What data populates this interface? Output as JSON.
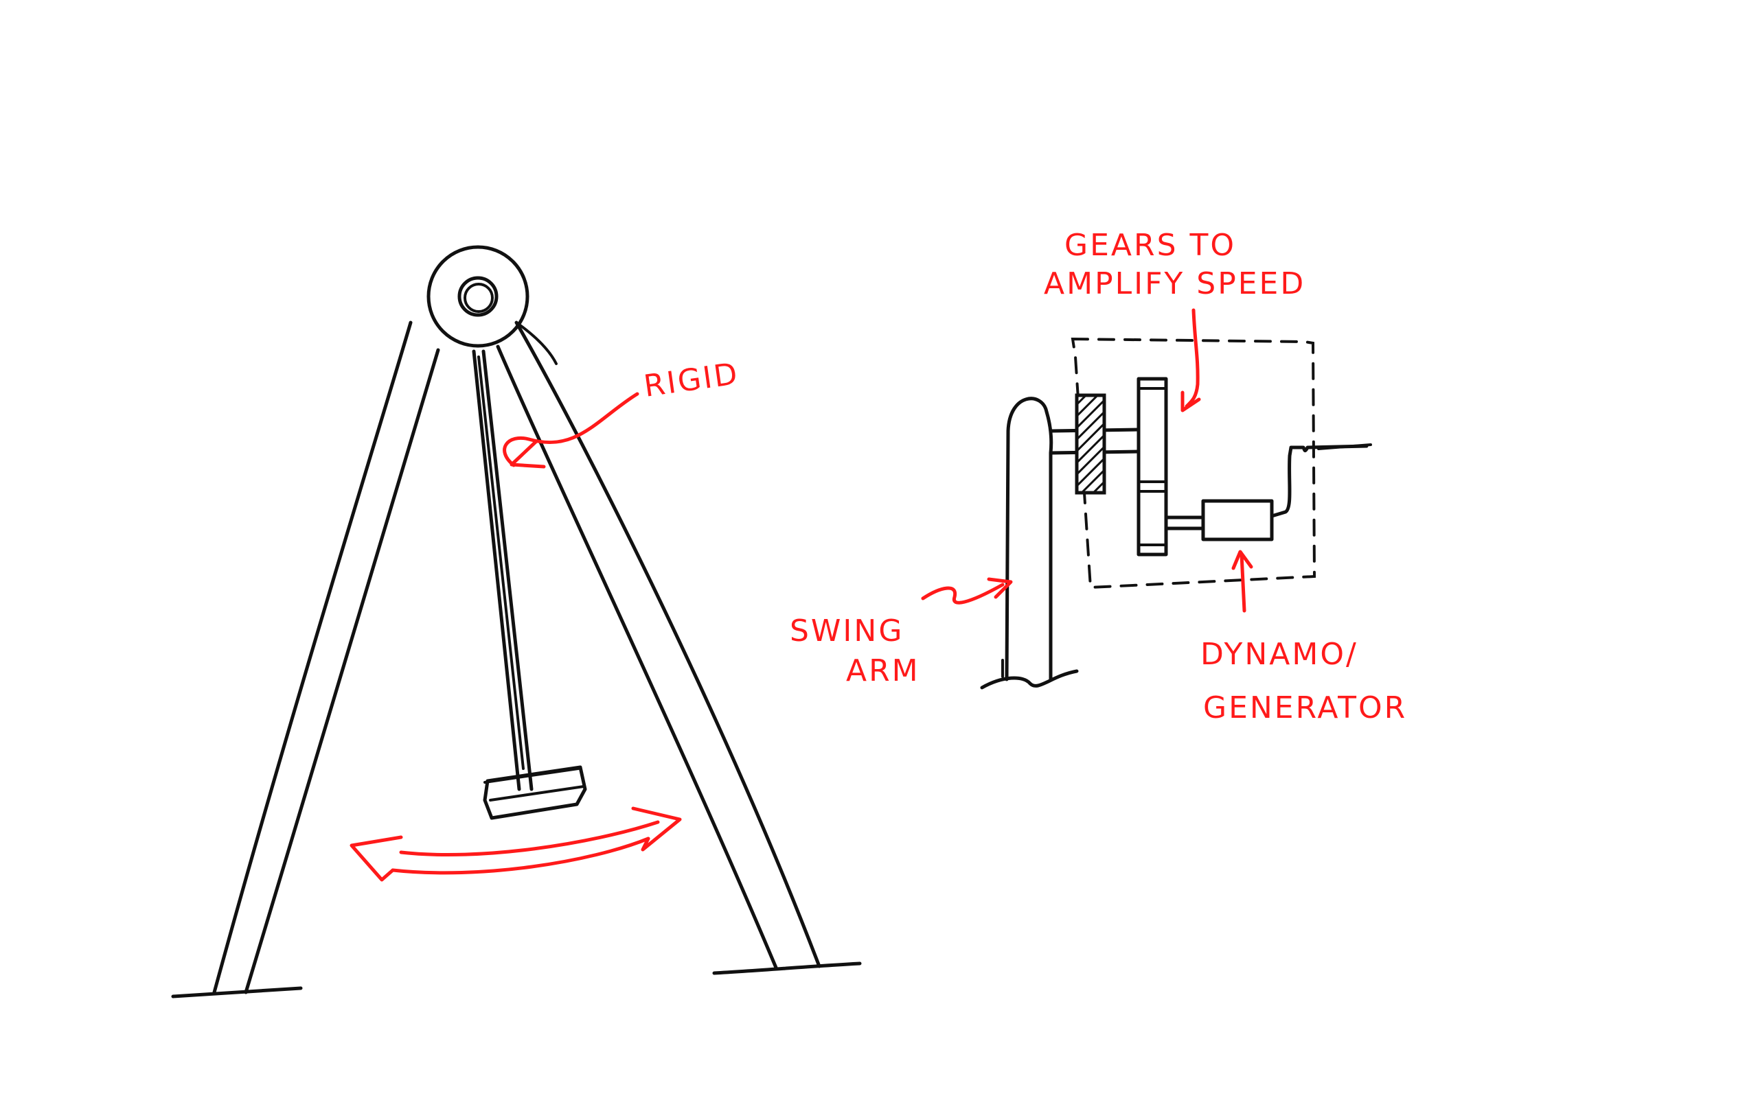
{
  "labels": {
    "rigid": "RIGID",
    "gears_line1": "GEARS TO",
    "gears_line2": "AMPLIFY SPEED",
    "swing_line1": "SWING",
    "swing_line2": "ARM",
    "dynamo_line1": "DYNAMO/",
    "dynamo_line2": "GENERATOR"
  },
  "colors": {
    "ink": "#111111",
    "annotation": "#ff1a1a",
    "background": "#ffffff"
  }
}
